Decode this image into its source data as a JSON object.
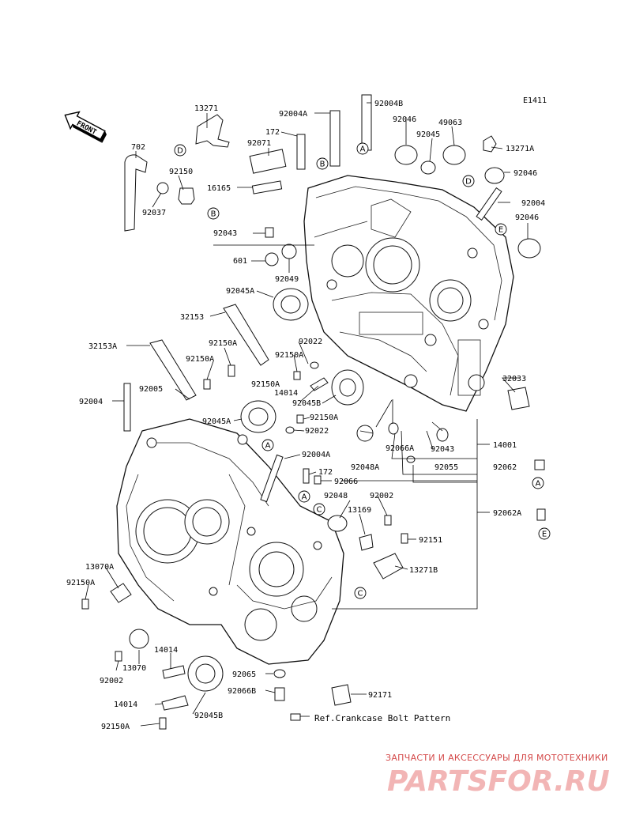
{
  "diagram_code": "E1411",
  "front_label": "FRONT",
  "reference_note": "Ref.Crankcase Bolt Pattern",
  "watermark": {
    "tagline": "ЗАПЧАСТИ И АКСЕССУАРЫ ДЛЯ МОТОТЕХНИКИ",
    "logo": "PARTSFOR.RU"
  },
  "part_labels": {
    "p13271": "13271",
    "p702": "702",
    "p92150": "92150",
    "p92037": "92037",
    "p92004A_top": "92004A",
    "p92004B": "92004B",
    "p172_top": "172",
    "p92071": "92071",
    "p16165": "16165",
    "p92043_top": "92043",
    "p601": "601",
    "p92049": "92049",
    "p92045A_top": "92045A",
    "p32153": "32153",
    "p32153A": "32153A",
    "p92150A_1": "92150A",
    "p92150A_2": "92150A",
    "p92150A_3": "92150A",
    "p92150A_4": "92150A",
    "p92150A_5": "92150A",
    "p92022_top": "92022",
    "p14014_top": "14014",
    "p92045B_mid": "92045B",
    "p92004_left": "92004",
    "p92005": "92005",
    "p92045A_mid": "92045A",
    "p92022_mid": "92022",
    "p92004A_mid": "92004A",
    "p172_mid": "172",
    "p92066": "92066",
    "p92048": "92048",
    "p92002_right": "92002",
    "p13169": "13169",
    "p92151": "92151",
    "p13271B": "13271B",
    "p13070A": "13070A",
    "p92150A_left": "92150A",
    "p13070": "13070",
    "p14014_low": "14014",
    "p92002_low": "92002",
    "p92065": "92065",
    "p92066B": "92066B",
    "p92171": "92171",
    "p14014_bottom": "14014",
    "p92045B_bottom": "92045B",
    "p92150A_bottom": "92150A",
    "p92046_a": "92046",
    "p49063": "49063",
    "p92045_top": "92045",
    "p13271A": "13271A",
    "p92046_b": "92046",
    "p92004_right": "92004",
    "p92046_c": "92046",
    "p32033": "32033",
    "p92066A": "92066A",
    "p92043_mid": "92043",
    "p92048A": "92048A",
    "p92055": "92055",
    "p14001": "14001",
    "p92062": "92062",
    "p92062A": "92062A"
  },
  "callouts": {
    "A": "A",
    "B": "B",
    "C": "C",
    "D": "D",
    "E": "E"
  }
}
